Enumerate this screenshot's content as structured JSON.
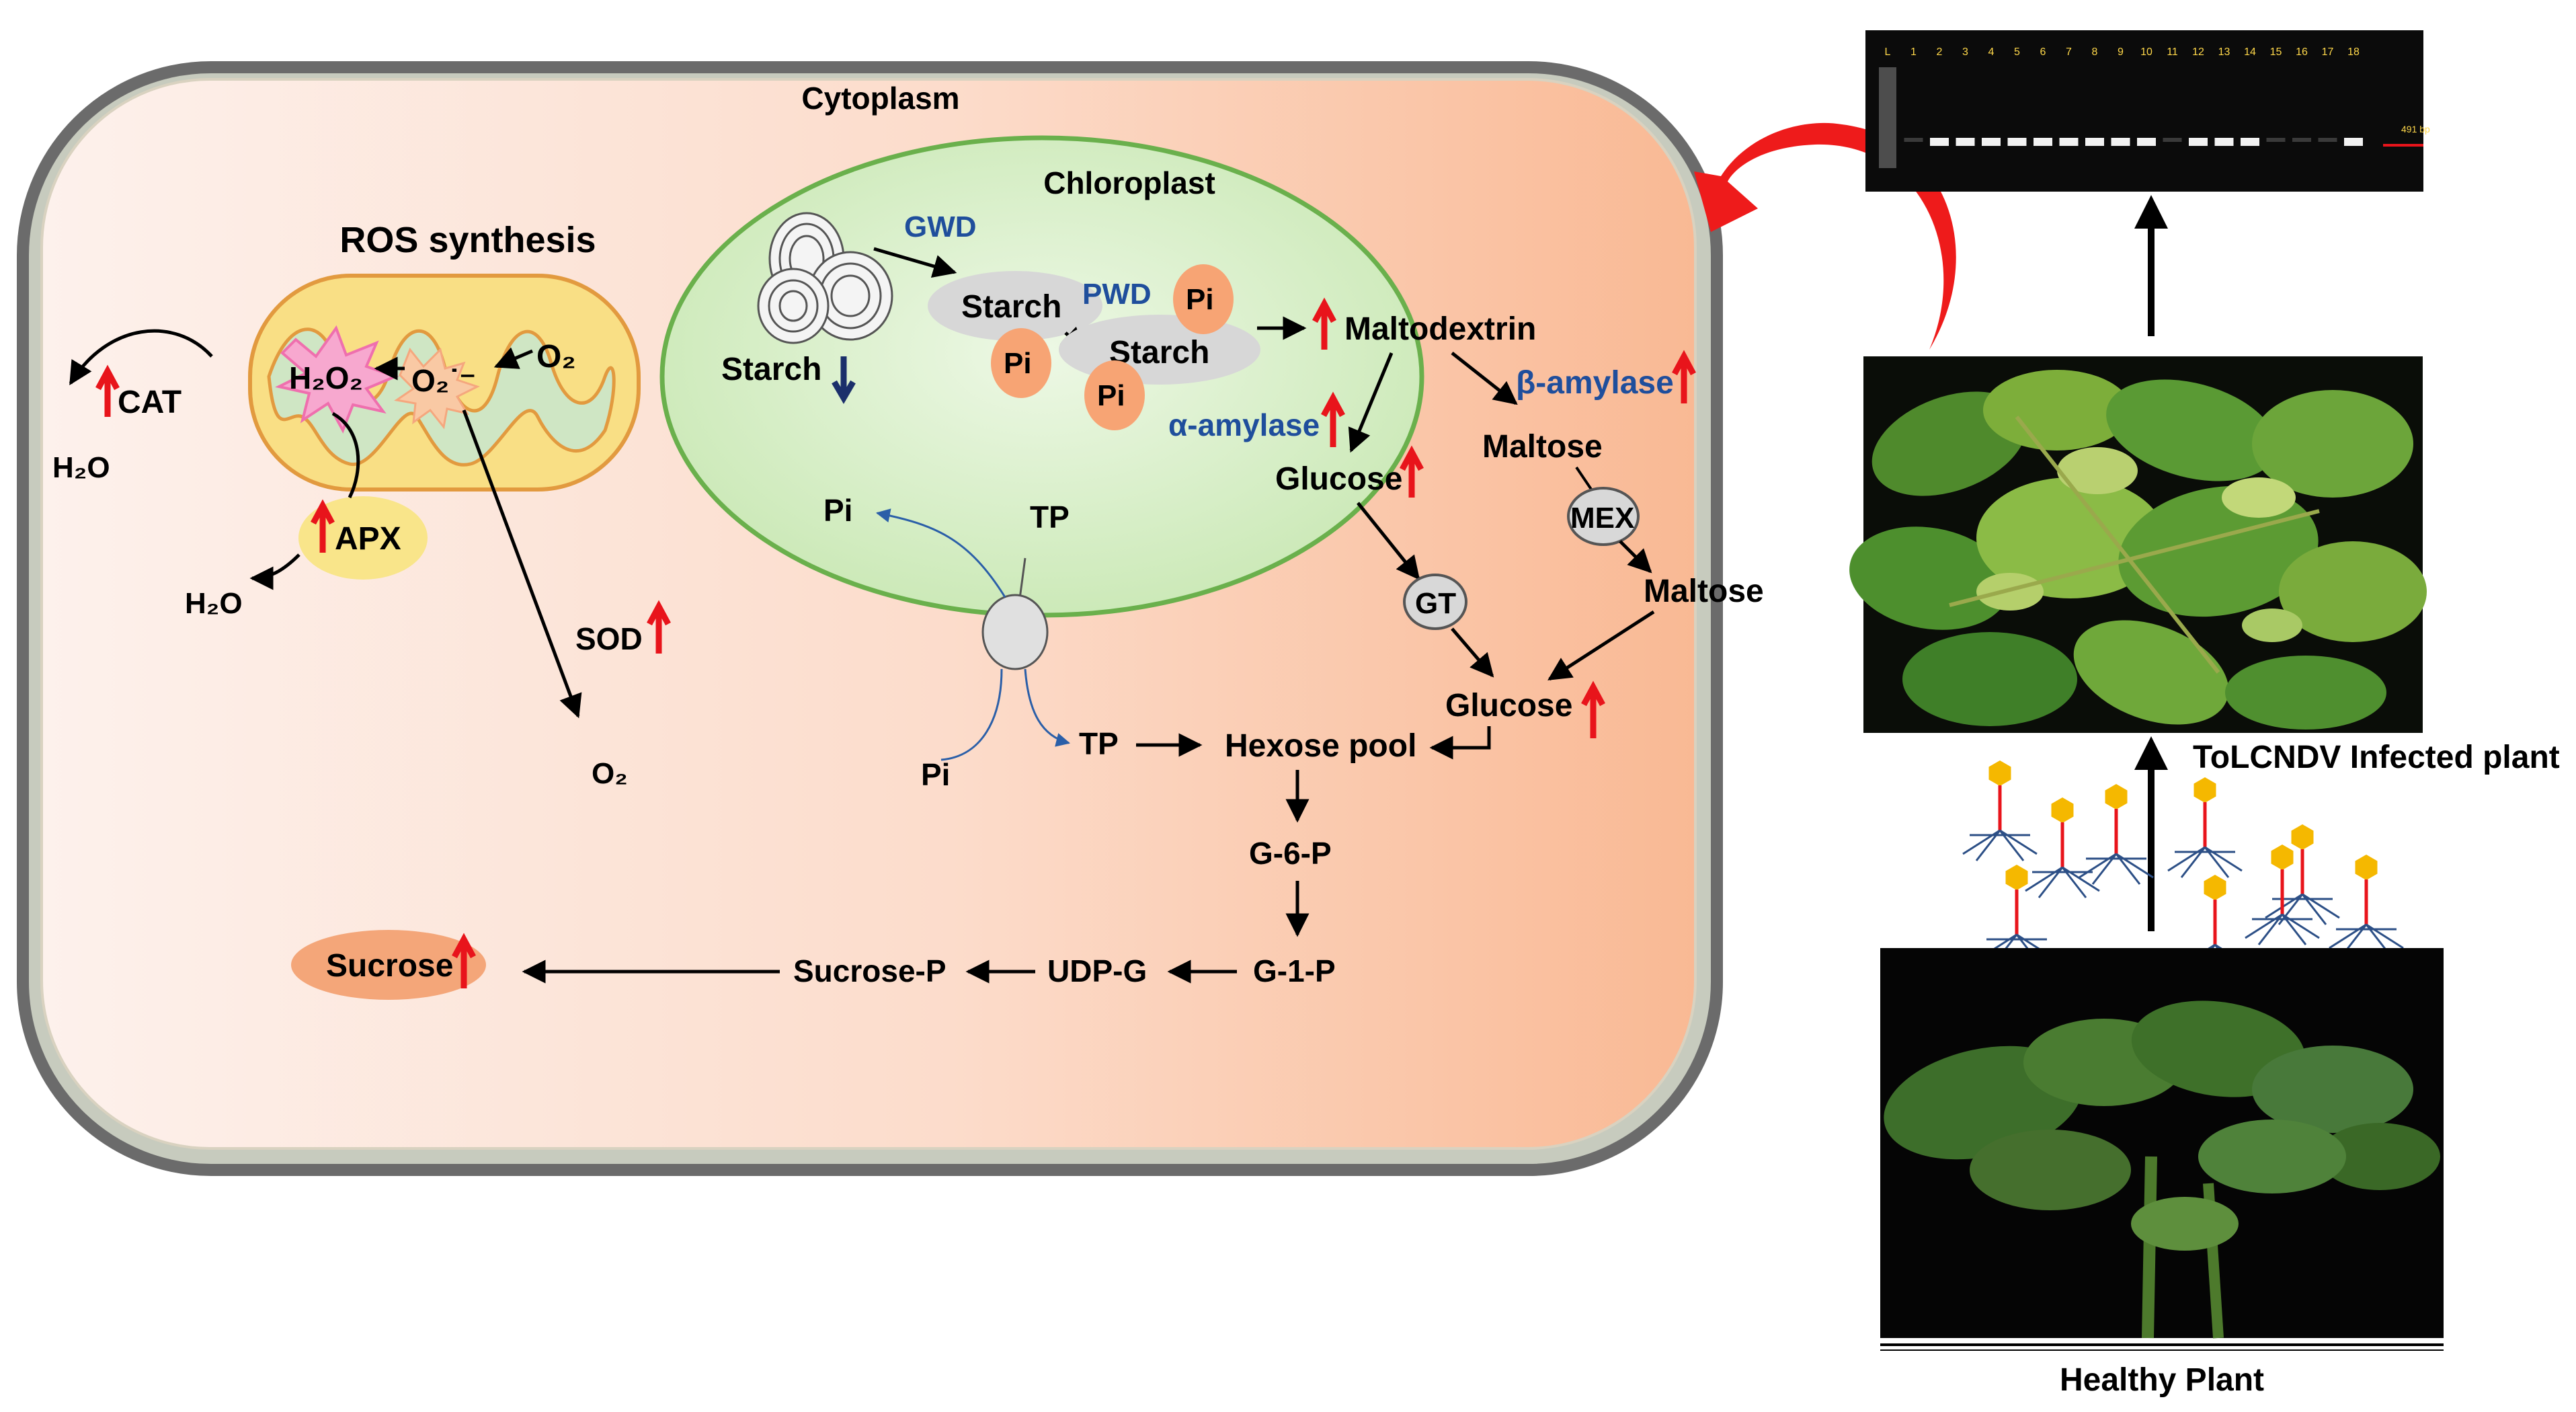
{
  "cell": {
    "cytoplasm_label": "Cytoplasm",
    "chloroplast_label": "Chloroplast",
    "ros_title": "ROS synthesis"
  },
  "ros": {
    "h2o2": "H₂O₂",
    "o2_radical": "O₂˙⁻",
    "o2_in": "O₂",
    "cat": "CAT",
    "apx": "APX",
    "h2o_cat": "H₂O",
    "h2o_apx": "H₂O",
    "sod": "SOD",
    "o2_out": "O₂"
  },
  "chloroplast": {
    "gwd": "GWD",
    "pwd": "PWD",
    "starch_granule_label": "Starch",
    "starch_1": "Starch",
    "starch_2": "Starch",
    "pi_1": "Pi",
    "pi_2": "Pi",
    "pi_3": "Pi",
    "maltodextrin": "Maltodextrin",
    "beta_amylase": "β-amylase",
    "alpha_amylase": "α-amylase",
    "maltose_in": "Maltose",
    "glucose_in": "Glucose",
    "mex": "MEX",
    "gt": "GT",
    "pi_transport": "Pi",
    "tp_transport": "TP"
  },
  "cytoplasm_pathway": {
    "maltose_out": "Maltose",
    "glucose_out": "Glucose",
    "hexose_pool": "Hexose pool",
    "tp": "TP",
    "pi": "Pi",
    "g6p": "G-6-P",
    "g1p": "G-1-P",
    "udpg": "UDP-G",
    "sucrose_p": "Sucrose-P",
    "sucrose": "Sucrose"
  },
  "right_panel": {
    "gel_lanes": [
      "L",
      "1",
      "2",
      "3",
      "4",
      "5",
      "6",
      "7",
      "8",
      "9",
      "10",
      "11",
      "12",
      "13",
      "14",
      "15",
      "16",
      "17",
      "18"
    ],
    "gel_band_label": "491 bp",
    "infected_label": "ToLCNDV Infected plant",
    "healthy_label": "Healthy Plant"
  },
  "colors": {
    "increase_arrow": "#e8141b",
    "decrease_arrow": "#1b2f6b",
    "enzyme_text": "#1f4e9c",
    "cytoplasm_fill": "#fcd9c4",
    "chloroplast_fill": "#d9f0c9",
    "mitochondria_fill": "#f9df85"
  }
}
